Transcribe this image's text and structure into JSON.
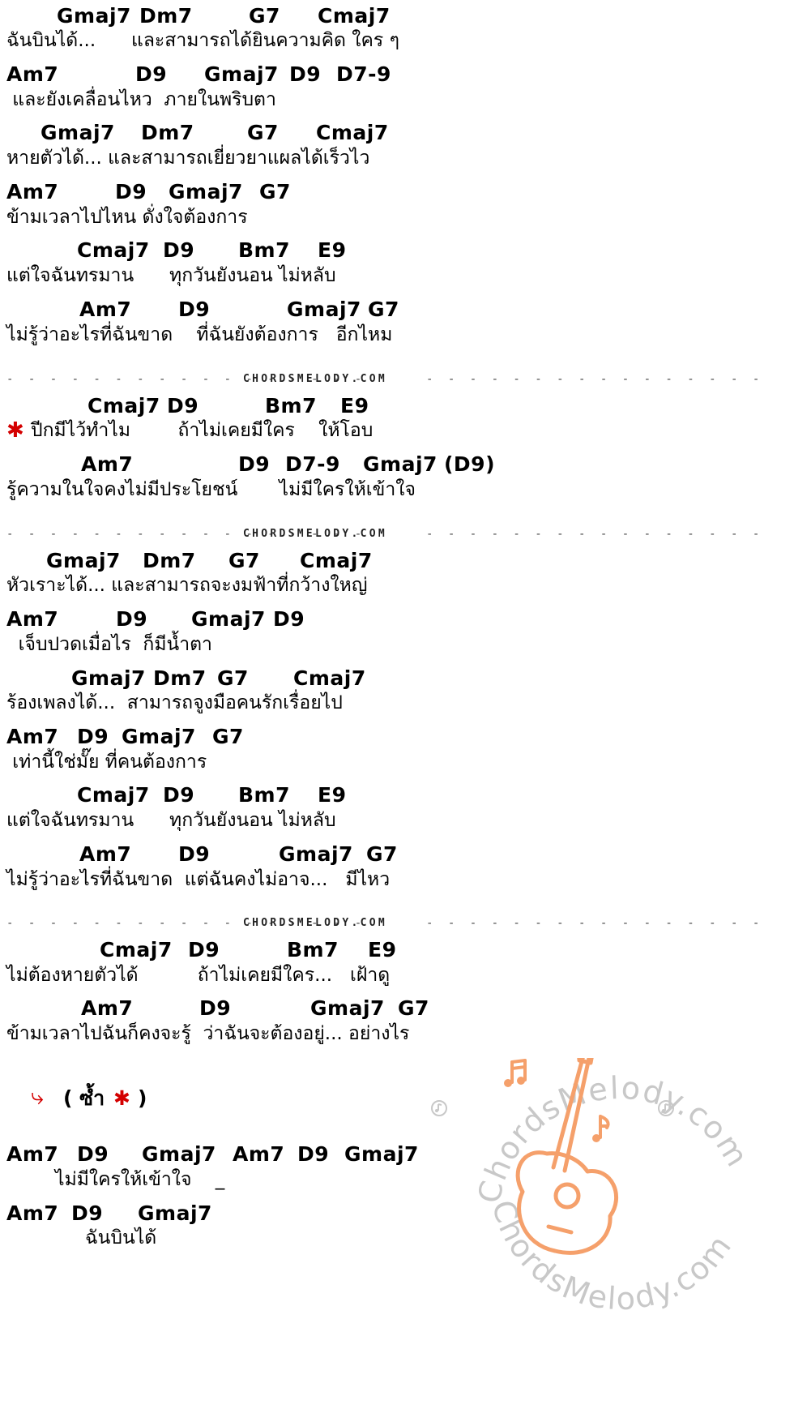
{
  "star": "✱",
  "sections": {
    "verse1": [
      {
        "chords": [
          "Gmaj7",
          "Dm7",
          "G7",
          "Cmaj7"
        ],
        "lyric": "ฉันบินได้...      และสามารถได้ยินความคิด ใคร ๆ"
      },
      {
        "chords": [
          "Am7",
          "D9",
          "Gmaj7",
          "D9",
          "D7-9"
        ],
        "lyric": " และยังเคลื่อนไหว  ภายในพริบตา"
      },
      {
        "chords": [
          "Gmaj7",
          "Dm7",
          "G7",
          "Cmaj7"
        ],
        "lyric": "หายตัวได้... และสามารถเยี่ยวยาแผลได้เร็วไว"
      },
      {
        "chords": [
          "Am7",
          "D9",
          "Gmaj7",
          "G7"
        ],
        "lyric": "ข้ามเวลาไปไหน ดั่งใจต้องการ"
      },
      {
        "chords": [
          "Cmaj7",
          "D9",
          "Bm7",
          "E9"
        ],
        "lyric": "แต่ใจฉันทรมาน      ทุกวันยังนอน ไม่หลับ"
      },
      {
        "chords": [
          "Am7",
          "D9",
          "Gmaj7",
          "G7"
        ],
        "lyric": "ไม่รู้ว่าอะไรที่ฉันขาด    ที่ฉันยังต้องการ   อีกไหม"
      }
    ],
    "chorus": [
      {
        "chords": [
          "Cmaj7",
          "D9",
          "Bm7",
          "E9"
        ],
        "lyric": "ปีกมีไว้ทำไม        ถ้าไม่เคยมีใคร    ให้โอบ"
      },
      {
        "chords": [
          "Am7",
          "D9",
          "D7-9",
          "Gmaj7",
          "(D9)"
        ],
        "lyric": "รู้ความในใจคงไม่มีประโยชน์       ไม่มีใครให้เข้าใจ"
      }
    ],
    "verse2": [
      {
        "chords": [
          "Gmaj7",
          "Dm7",
          "G7",
          "Cmaj7"
        ],
        "lyric": "หัวเราะได้... และสามารถจะงมฟ้าที่กว้างใหญ่"
      },
      {
        "chords": [
          "Am7",
          "D9",
          "Gmaj7",
          "D9"
        ],
        "lyric": "  เจ็บปวดเมื่อไร  ก็มีน้ำตา"
      },
      {
        "chords": [
          "Gmaj7",
          "Dm7",
          "G7",
          "Cmaj7"
        ],
        "lyric": "ร้องเพลงได้...  สามารถจูงมือคนรักเรื่อยไป"
      },
      {
        "chords": [
          "Am7",
          "D9",
          "Gmaj7",
          "G7"
        ],
        "lyric": " เท่านี้ใช่มั๊ย ที่คนต้องการ"
      },
      {
        "chords": [
          "Cmaj7",
          "D9",
          "Bm7",
          "E9"
        ],
        "lyric": "แต่ใจฉันทรมาน      ทุกวันยังนอน ไม่หลับ"
      },
      {
        "chords": [
          "Am7",
          "D9",
          "Gmaj7",
          "G7"
        ],
        "lyric": "ไม่รู้ว่าอะไรที่ฉันขาด  แต่ฉันคงไม่อาจ...   มีไหว"
      }
    ],
    "bridge": [
      {
        "chords": [
          "Cmaj7",
          "D9",
          "Bm7",
          "E9"
        ],
        "lyric": "ไม่ต้องหายตัวได้          ถ้าไม่เคยมีใคร...   เฝ้าดู"
      },
      {
        "chords": [
          "Am7",
          "D9",
          "Gmaj7",
          "G7"
        ],
        "lyric": "ข้ามเวลาไปฉันก็คงจะรู้  ว่าฉันจะต้องอยู่... อย่างไร"
      }
    ],
    "repeat": {
      "arrow": "⤷",
      "open": "( ซ้ำ",
      "close": ")"
    },
    "outro": [
      {
        "chords": [
          "Am7",
          "D9",
          "Gmaj7",
          "Am7",
          "D9",
          "Gmaj7"
        ],
        "lyric": "ไม่มีใครให้เข้าใจ    _"
      },
      {
        "chords": [
          "Am7",
          "D9",
          "Gmaj7"
        ],
        "lyric": "ฉันบินได้"
      }
    ]
  },
  "separator": {
    "dashes": "- - - - - - - - - - - - - - - - -",
    "text": "CHORDSMELODY.COM",
    "dashes_right": "- - - - - - - - - - - - - - - -"
  },
  "watermark": {
    "text_top": "ChordsMelody.com",
    "text_bottom": "ChordsMelody.com",
    "color": "#f5a06b"
  }
}
